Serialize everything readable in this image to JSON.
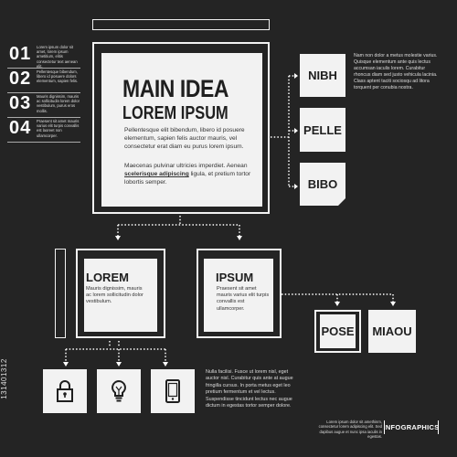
{
  "numbered_list": [
    {
      "number": "01",
      "text": "Lorem ipsum dolor sit amet, lorem ipsum ametitium, elitis consectetur text aenean elit."
    },
    {
      "number": "02",
      "text": "Pellentesque bibendum, libero id posuere dolors elementum, sapien felis."
    },
    {
      "number": "03",
      "text": "Mauris dignissim, mauris ac sollicitudin lorem dolor vestibulum, purus eros mollis."
    },
    {
      "number": "04",
      "text": "Praesent sit amet mauris varius elit turpis convallis est laoreet non ullamcorper."
    }
  ],
  "main_idea": {
    "title": "MAIN IDEA",
    "subtitle": "LOREM IPSUM",
    "paragraph1": "Pellentesque elit bibendum, libero id posuere elementum, sapien felis auctor mauris, vel consectetur erat diam eu purus lorem ipsum.",
    "paragraph2_start": "Maecenas pulvinar ultricies imperdiet. Aenean ",
    "paragraph2_bold": "scelerisque adipiscing",
    "paragraph2_end": " ligula, et pretium tortor lobortis semper."
  },
  "side_boxes": [
    {
      "label": "NIBH"
    },
    {
      "label": "PELLE"
    },
    {
      "label": "BIBO"
    }
  ],
  "right_description": "Nam non dolor a metus molestie varius. Quisque elementum ante quis lectus accumsan iaculis lorem. Curabitur rhoncus diam sed justo vehicula lacinia. Class aptent taciti sociosqu ad litora torquent per conubia nostra.",
  "cards": {
    "lorem": {
      "title": "LOREM",
      "text": "Mauris dignissim, mauris ac lorem sollicitudin dolor vestibulum."
    },
    "ipsum": {
      "title": "IPSUM",
      "text": "Praesent sit amet mauris varius elit turpis convallis est ullamcorper."
    }
  },
  "bottom_boxes": [
    {
      "label": "POSE"
    },
    {
      "label": "MIAOU"
    }
  ],
  "icons": [
    "lock-icon",
    "lightbulb-icon",
    "tablet-icon"
  ],
  "bottom_paragraph": "Nulla facilisi. Fusce ut lorem nisl, eget auctor nisl. Curabitur quis ante at augue fringilla cursus. In porta metus eget leo pretium fermentum et vel lectus. Suspendisse tincidunt lectus nec augue dictum in egestas tortor semper dolore.",
  "footer": {
    "text": "Lorem ipsum dolor sit amethinm, consectetur lorem adipiscing elit. Sed dapibus augue et nunc ipsa iaculis in egestas.",
    "label": "INFOGRAPHICS"
  },
  "watermark_id": "131401312",
  "colors": {
    "background": "#242424",
    "panel": "#f2f2f2",
    "text_dark": "#1f1f1f"
  }
}
